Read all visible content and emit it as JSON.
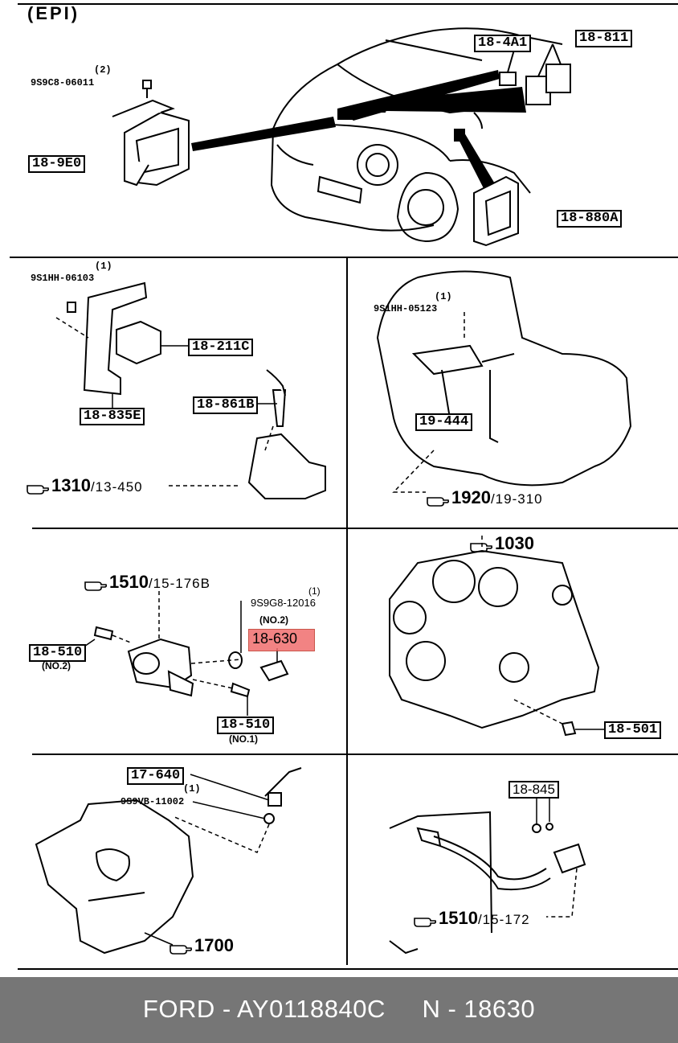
{
  "header": {
    "section_label": "(EPI)"
  },
  "panel_engine_bay": {
    "bolt_code": "9S9C8-06011",
    "bolt_qty": "(2)",
    "box_left": "18-9E0",
    "box_top1": "18-4A1",
    "box_top2": "18-811",
    "box_right": "18-880A"
  },
  "panel_bracket": {
    "bolt_code": "9S1HH-06103",
    "bolt_qty": "(1)",
    "box_a": "18-211C",
    "box_b": "18-835E",
    "box_c": "18-861B",
    "ref_num": "1310",
    "ref_sub": "/13-450"
  },
  "panel_transmission_top": {
    "bolt_code": "9S1HH-05123",
    "bolt_qty": "(1)",
    "box_a": "19-444",
    "ref_num": "1920",
    "ref_sub": "/19-310"
  },
  "panel_thermostat": {
    "ref_num": "1510",
    "ref_sub": "/15-176B",
    "gasket_code": "9S9G8-12016",
    "gasket_qty": "(1)",
    "gasket_note": "(NO.2)",
    "highlighted_part": "18-630",
    "box_no2": "18-510",
    "box_no2_note": "(NO.2)",
    "box_no1": "18-510",
    "box_no1_note": "(NO.1)"
  },
  "panel_block": {
    "ref_num": "1030",
    "box_a": "18-501"
  },
  "panel_transaxle": {
    "box_a": "17-640",
    "washer_code": "9S9VB-11002",
    "washer_qty": "(1)",
    "ref_num": "1700"
  },
  "panel_hose": {
    "box_a": "18-845",
    "ref_num": "1510",
    "ref_sub": "/15-172"
  },
  "footer": {
    "brand": "FORD - AY0118840C",
    "part": "N - 18630"
  },
  "colors": {
    "highlight": "#f06e6e",
    "footer_bg": "#767676",
    "footer_text": "#ffffff"
  }
}
